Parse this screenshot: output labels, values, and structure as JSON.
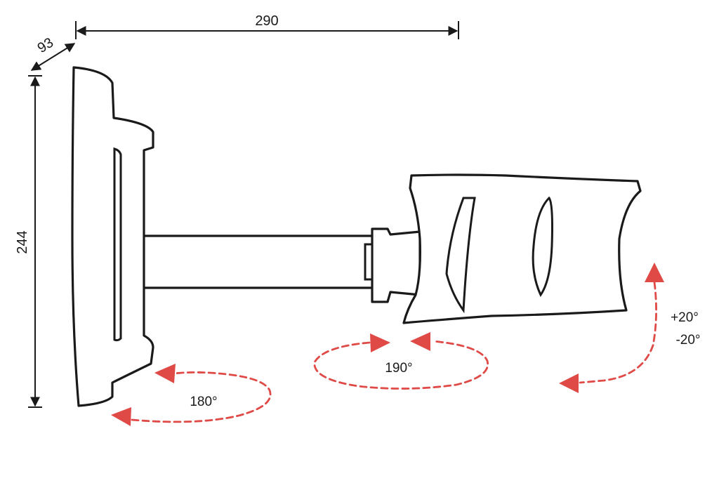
{
  "dimensions": {
    "width": "290",
    "depth": "93",
    "height": "244"
  },
  "rotations": {
    "wall_swivel": "180°",
    "arm_swivel": "190°",
    "tilt_up": "+20°",
    "tilt_down": "-20°"
  },
  "colors": {
    "outline": "#1a1a1a",
    "rotation_arrow": "#e04a46"
  }
}
